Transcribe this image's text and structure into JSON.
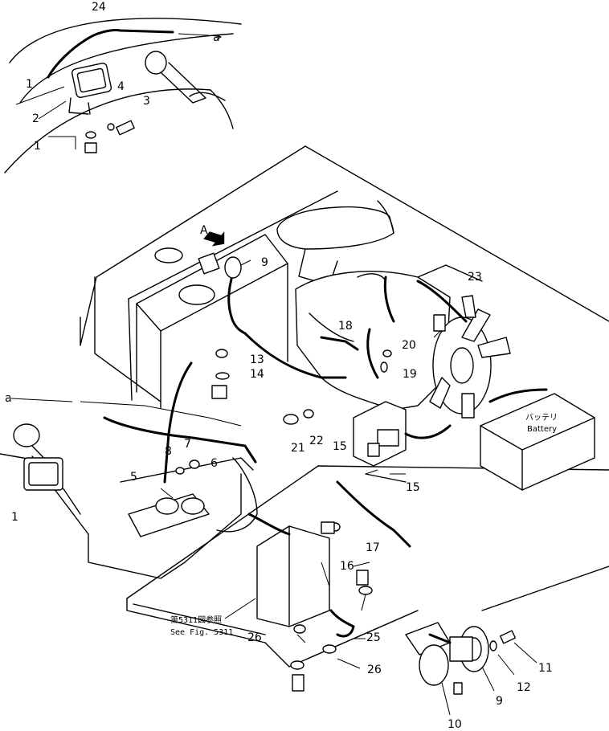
{
  "figure": {
    "view_letter": "A",
    "connector_letter": "a",
    "battery_label_jp": "バッテリ",
    "battery_label_en": "Battery",
    "see_fig_jp": "第5311図参照",
    "see_fig_en": "See Fig. 5311"
  },
  "callouts": [
    "24",
    "1",
    "4",
    "3",
    "2",
    "1",
    "9",
    "23",
    "18",
    "20",
    "13",
    "19",
    "14",
    "21",
    "22",
    "15",
    "7",
    "8",
    "6",
    "5",
    "15",
    "1",
    "17",
    "16",
    "26",
    "25",
    "26",
    "11",
    "12",
    "9",
    "10"
  ]
}
